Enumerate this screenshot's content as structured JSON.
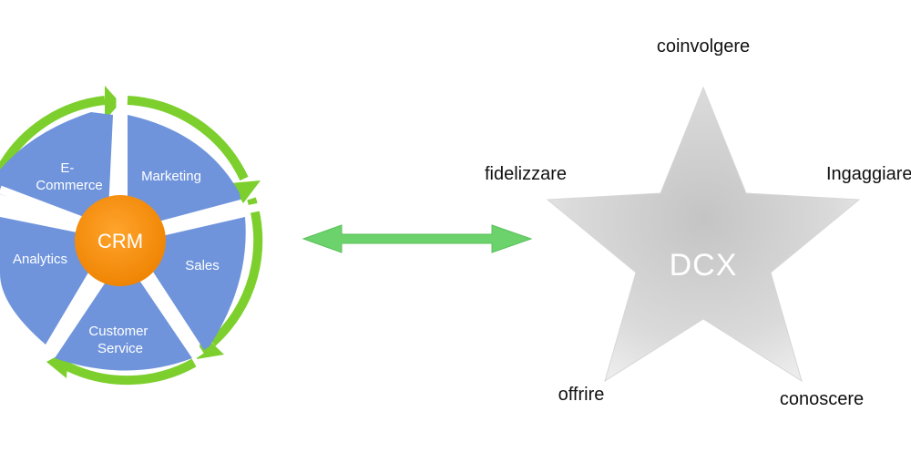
{
  "crm_wheel": {
    "center_label": "CRM",
    "segments": {
      "ecommerce": [
        "E-",
        "Commerce"
      ],
      "marketing": "Marketing",
      "sales": "Sales",
      "customer_service": [
        "Customer",
        "Service"
      ],
      "analytics": "Analytics"
    }
  },
  "dcx_star": {
    "center_label": "DCX",
    "verbs": {
      "top": "coinvolgere",
      "upper_left": "fidelizzare",
      "upper_right": "Ingaggiare",
      "lower_left": "offrire",
      "lower_right": "conoscere"
    }
  },
  "colors": {
    "segment_blue": "#6f94dc",
    "ring_green": "#7ccf2c",
    "core_orange": "#f28c0f",
    "arrow_green": "#6cd36c",
    "star_gray": "#d3d3d3"
  }
}
